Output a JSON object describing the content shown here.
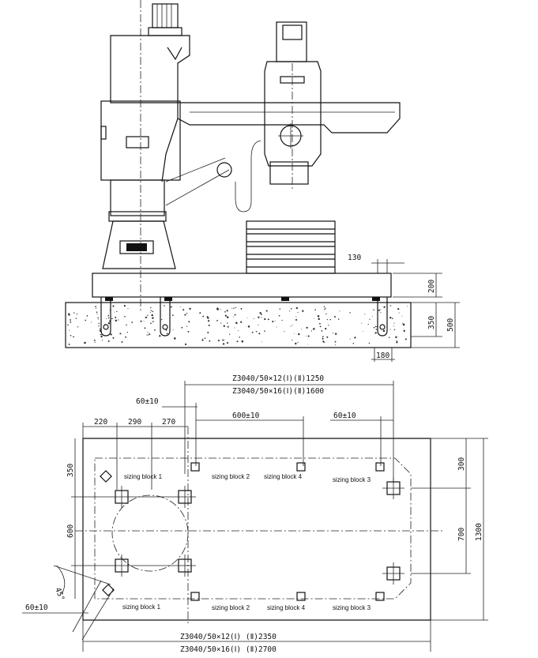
{
  "side_view": {
    "dims": {
      "d130": "130",
      "d200": "200",
      "d350": "350",
      "d500": "500",
      "d180": "180"
    }
  },
  "plan_view": {
    "top_dims": {
      "line1": "Z3040/50×12(Ⅰ)(Ⅱ)1250",
      "line2": "Z3040/50×16(Ⅰ)(Ⅱ)1600",
      "tol60a": "60±10",
      "tol600": "600±10",
      "tol60b": "60±10",
      "d220": "220",
      "d290": "290",
      "d270": "270"
    },
    "left_dims": {
      "d350": "350",
      "d600": "600",
      "angle": "45°",
      "tol60c": "60±10"
    },
    "right_dims": {
      "d300": "300",
      "d700": "700",
      "d1300": "1300"
    },
    "bottom_dims": {
      "line1": "Z3040/50×12(Ⅰ)  (Ⅱ)2350",
      "line2": "Z3040/50×16(Ⅰ)  (Ⅱ)2700"
    },
    "labels": {
      "sb_tl": "sizing block 1",
      "sb_t2": "sizing block 2",
      "sb_t4": "sizing block 4",
      "sb_t3": "sizing block 3",
      "sb_bl": "sizing block 1",
      "sb_b2": "sizing block 2",
      "sb_b4": "sizing block 4",
      "sb_b3": "sizing block 3"
    }
  }
}
